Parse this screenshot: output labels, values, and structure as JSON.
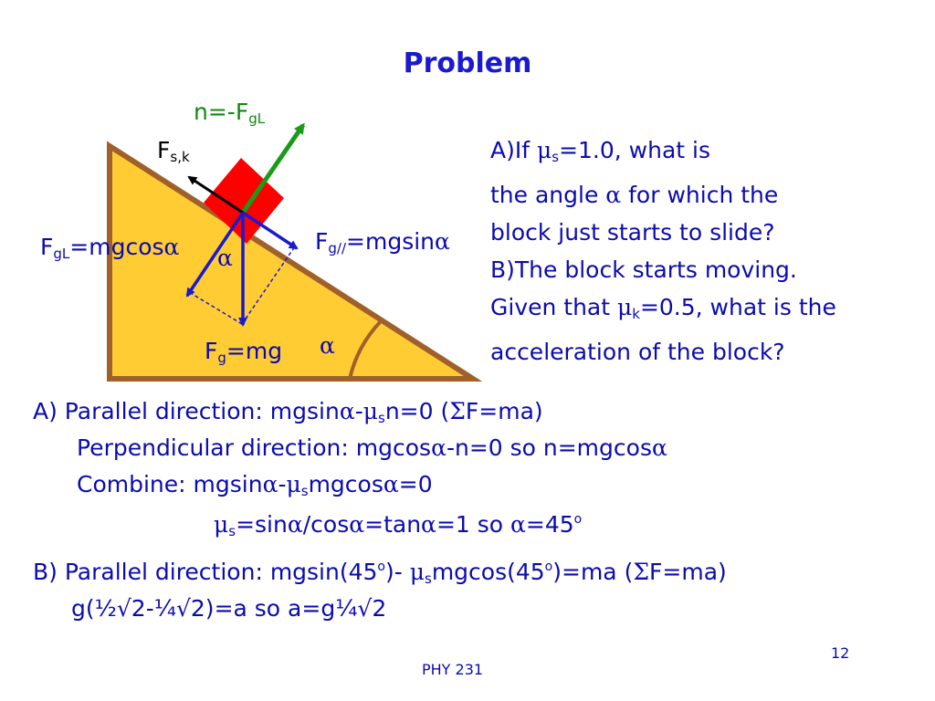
{
  "title": "Problem",
  "diagram": {
    "normal_label": "n=-F",
    "normal_sub": "gL",
    "friction_label": "F",
    "friction_sub": "s,k",
    "perp_label": "F",
    "perp_sub": "gL",
    "perp_rest": "=mgcos",
    "par_label": "F",
    "par_sub": "g//",
    "par_rest": "=mgsin",
    "grav_label": "F",
    "grav_sub": "g",
    "grav_rest": "=mg",
    "alpha": "α",
    "colors": {
      "wedge_fill": "#ffcc33",
      "wedge_stroke": "#a0602a",
      "block": "#ff0000",
      "vector_blue": "#1a1ad0",
      "normal_green": "#1a9a1a"
    }
  },
  "question": {
    "a1_pre": "A)If ",
    "mu": "μ",
    "mu_s_sub": "s",
    "a1_post": "=1.0, what is",
    "a2_pre": "the angle ",
    "alpha": "α",
    "a2_post": " for which the",
    "a3": "block just starts to slide?",
    "b1": "B)The block starts moving.",
    "b2_pre": "Given that ",
    "mu_k_sub": "k",
    "b2_post": "=0.5, what is the",
    "b3": "acceleration of the block?"
  },
  "solution": {
    "alpha": "α",
    "mu": "μ",
    "sigma": "Σ",
    "sqrt": "√",
    "half": "½",
    "quarter": "¼",
    "sub_s": "s",
    "sup_o": "o",
    "a_l1_pre": "A) Parallel direction:  mgsin",
    "a_l1_mid": "-",
    "a_l1_mid2": "n=0 (",
    "a_l1_end": "F=ma)",
    "a_l2_pre": "Perpendicular direction: mgcos",
    "a_l2_mid": "-n=0  so n=mgcos",
    "a_l3_pre": "Combine: mgsin",
    "a_l3_mid": "-",
    "a_l3_mid2": "mgcos",
    "a_l3_end": "=0",
    "a_l4_p1": "=sin",
    "a_l4_p2": "/cos",
    "a_l4_p3": "=tan",
    "a_l4_p4": "=1  so ",
    "a_l4_p5": "=45",
    "b_l1_pre": "B) Parallel direction: mgsin(45",
    "b_l1_mid": ")- ",
    "b_l1_mid2": "mgcos(45",
    "b_l1_mid3": ")=ma (",
    "b_l1_end": "F=ma)",
    "b_l2_p1": "g(",
    "b_l2_p2": "2-",
    "b_l2_p3": "2)=a  so a=g",
    "b_l2_p4": "2"
  },
  "footer": {
    "course": "PHY 231",
    "page": "12"
  }
}
